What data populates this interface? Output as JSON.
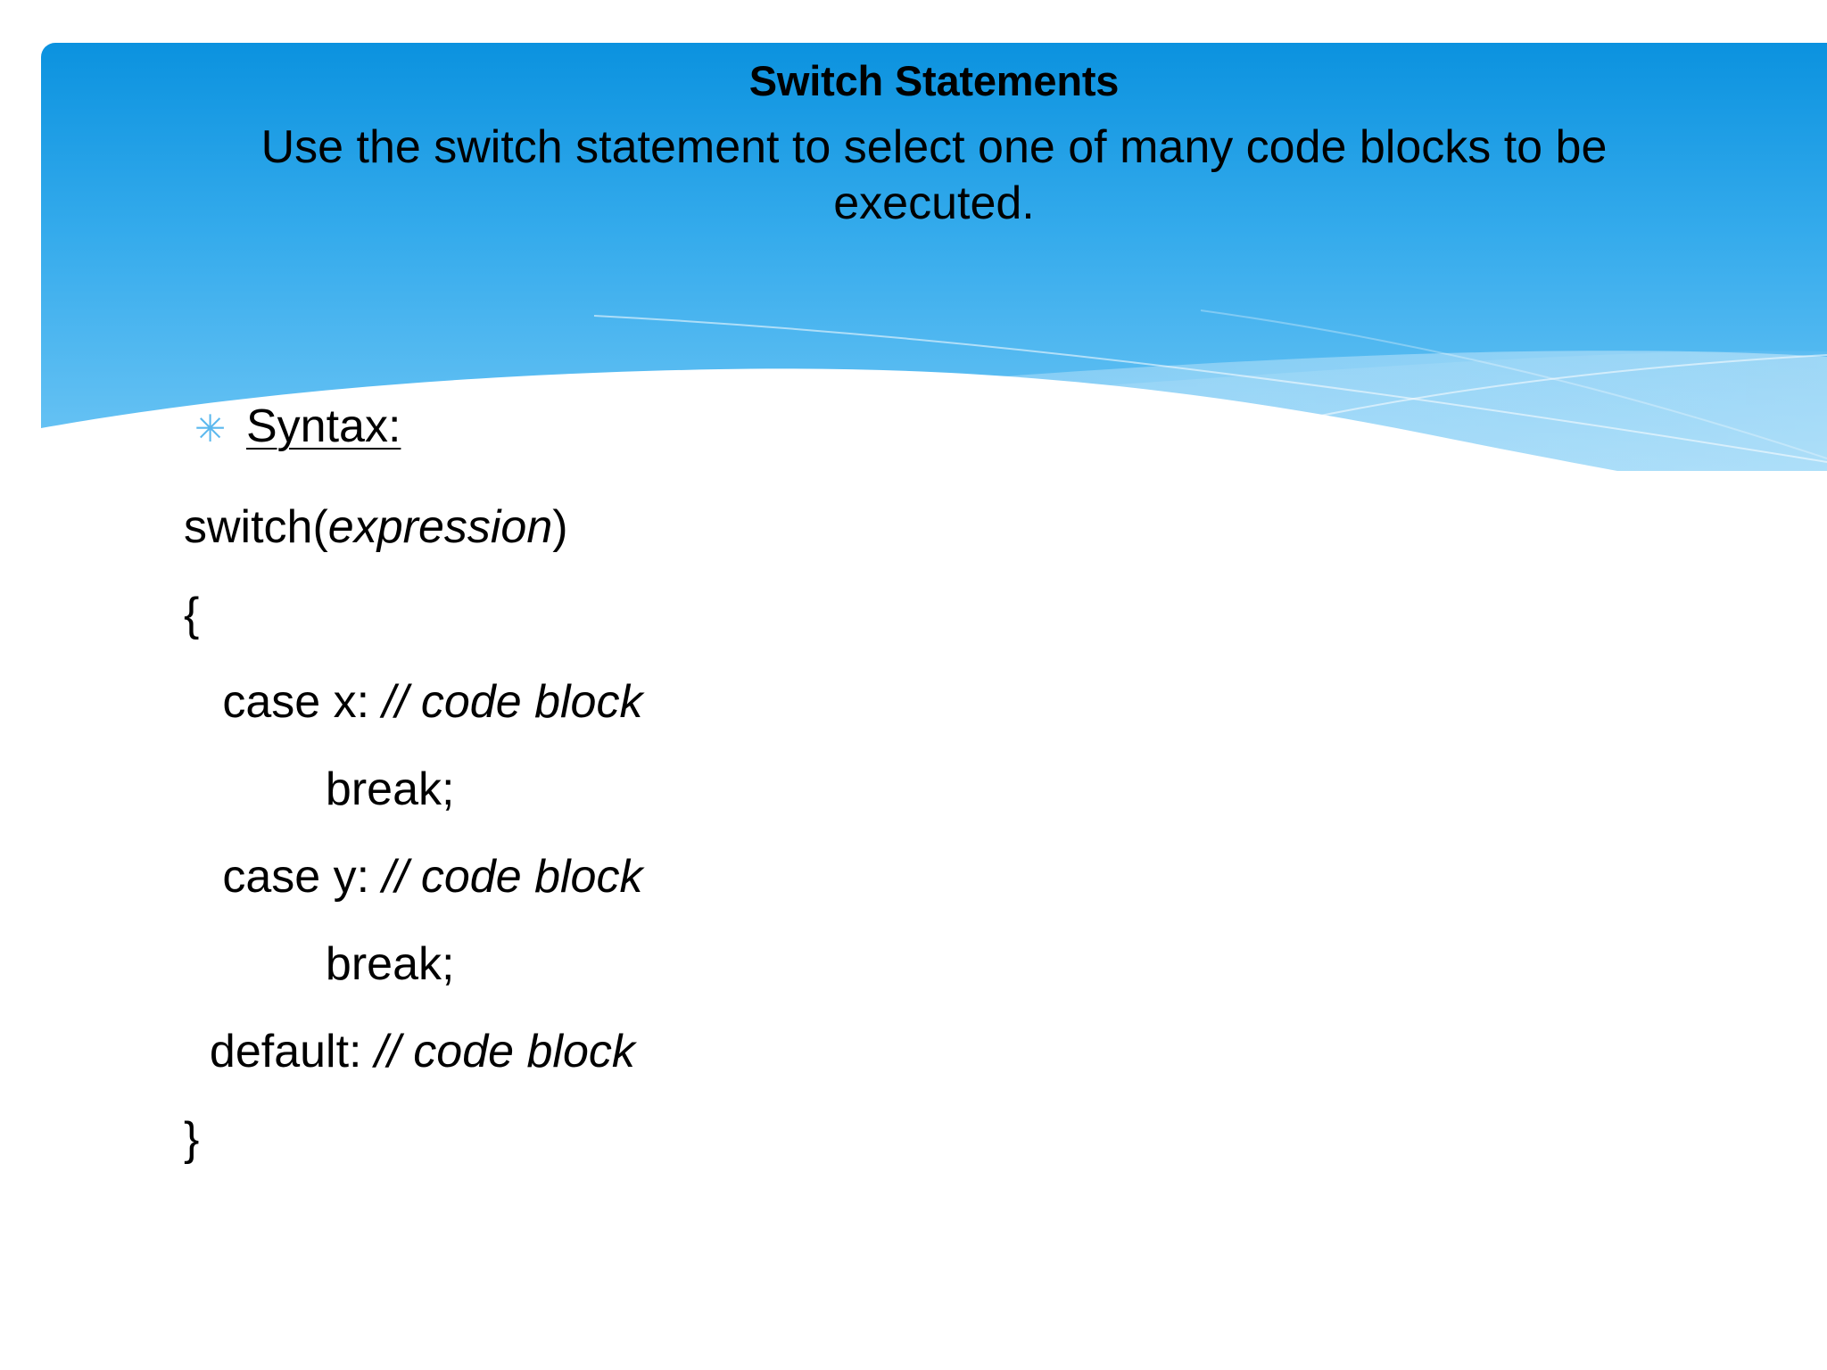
{
  "slide": {
    "title": "Switch Statements",
    "subtitle": "Use the switch statement to select one of many code blocks to be executed."
  },
  "theme": {
    "banner_top_color": "#0d97e0",
    "banner_bottom_color": "#6cc5f4",
    "bullet_color": "#5bb8ee",
    "text_color": "#000000",
    "background_color": "#ffffff"
  },
  "content": {
    "bullet_glyph": "✳",
    "bullet_icon_name": "asterisk-bullet-icon",
    "syntax_label": "Syntax:",
    "code_lines": [
      {
        "indent": "",
        "roman": "switch(",
        "italic": "expression",
        "tail": ")"
      },
      {
        "indent": "",
        "roman": "{",
        "italic": "",
        "tail": ""
      },
      {
        "indent": "   ",
        "roman": "case x: ",
        "italic": "// code block",
        "tail": ""
      },
      {
        "indent": "           ",
        "roman": "break;",
        "italic": "",
        "tail": ""
      },
      {
        "indent": "   ",
        "roman": "case y: ",
        "italic": "// code block",
        "tail": ""
      },
      {
        "indent": "           ",
        "roman": "break;",
        "italic": "",
        "tail": ""
      },
      {
        "indent": "  ",
        "roman": "default: ",
        "italic": "// code block",
        "tail": ""
      },
      {
        "indent": "",
        "roman": "}",
        "italic": "",
        "tail": ""
      }
    ]
  }
}
